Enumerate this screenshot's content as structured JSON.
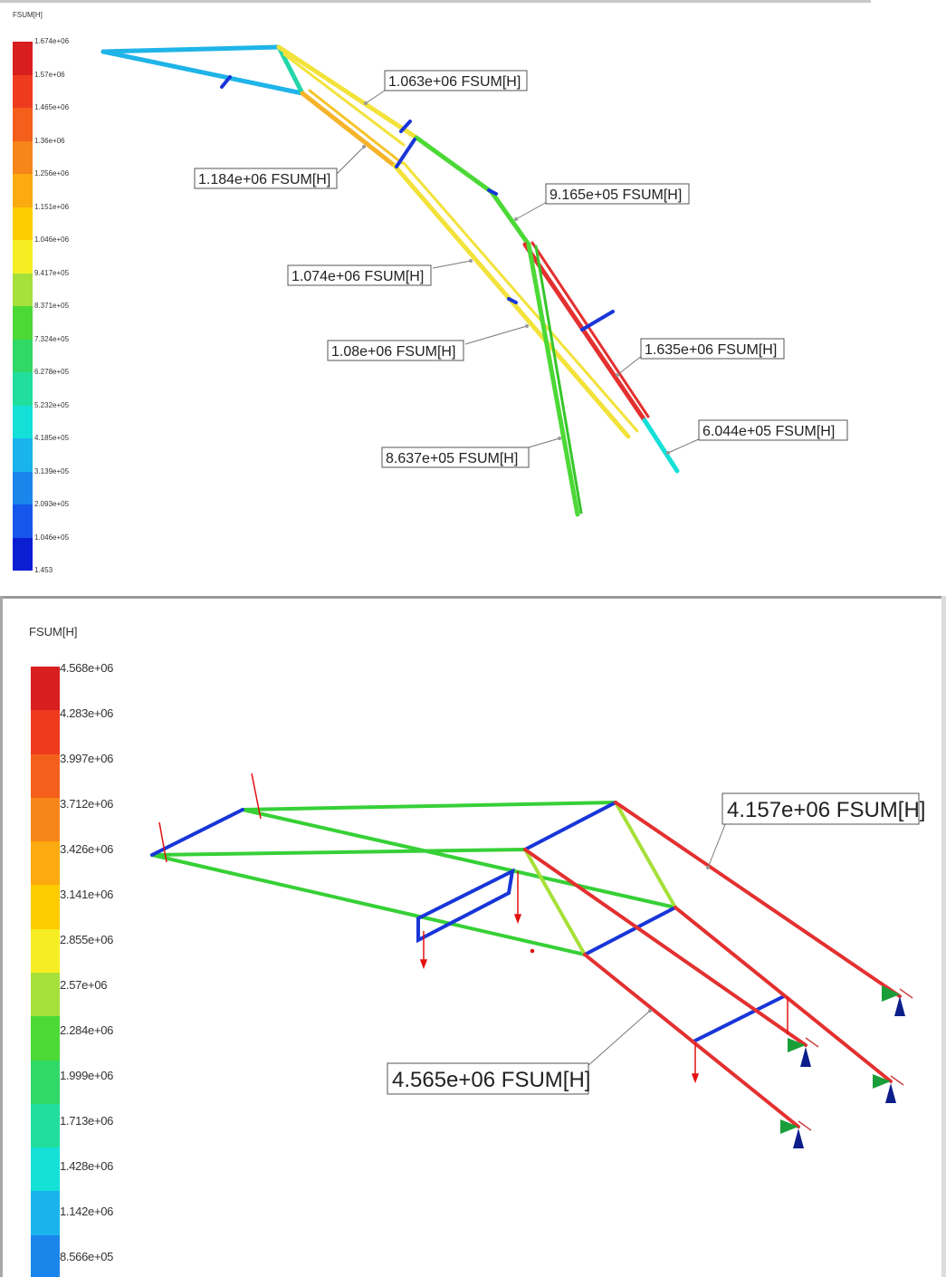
{
  "colors": {
    "scale": [
      "#d81e1e",
      "#ee3b1e",
      "#f45f1c",
      "#f7861a",
      "#fbaa10",
      "#fdcc00",
      "#f6ee23",
      "#a6e03a",
      "#4cd936",
      "#30d866",
      "#21de9e",
      "#14e0d8",
      "#1ab4ec",
      "#1a86ec",
      "#1656ea",
      "#0a1ed2"
    ],
    "beam_red": "#e43030",
    "beam_green": "#36d036",
    "beam_yellow": "#f2e23a",
    "beam_blue": "#1836d8",
    "label_border": "#555555",
    "load_arrow": "#e41010",
    "fixture_green": "#1a9e3a",
    "fixture_blue": "#0c1e8a"
  },
  "panel1": {
    "legend_title": "FSUM[H]",
    "ticks": [
      "1.674e+06",
      "1.57e+06",
      "1.465e+06",
      "1.36e+06",
      "1.256e+06",
      "1.151e+06",
      "1.046e+06",
      "9.417e+05",
      "8.371e+05",
      "7.324e+05",
      "6.278e+05",
      "5.232e+05",
      "4.185e+05",
      "3.139e+05",
      "2.093e+05",
      "1.046e+05",
      "1.453"
    ],
    "labels": [
      "1.063e+06 FSUM[H]",
      "1.184e+06 FSUM[H]",
      "9.165e+05 FSUM[H]",
      "1.074e+06 FSUM[H]",
      "1.08e+06 FSUM[H]",
      "1.635e+06 FSUM[H]",
      "6.044e+05 FSUM[H]",
      "8.637e+05 FSUM[H]"
    ]
  },
  "panel2": {
    "legend_title": "FSUM[H]",
    "ticks": [
      "4.568e+06",
      "4.283e+06",
      "3.997e+06",
      "3.712e+06",
      "3.426e+06",
      "3.141e+06",
      "2.855e+06",
      "2.57e+06",
      "2.284e+06",
      "1.999e+06",
      "1.713e+06",
      "1.428e+06",
      "1.142e+06",
      "8.566e+05"
    ],
    "labels": [
      "4.157e+06 FSUM[H]",
      "4.565e+06 FSUM[H]"
    ]
  }
}
